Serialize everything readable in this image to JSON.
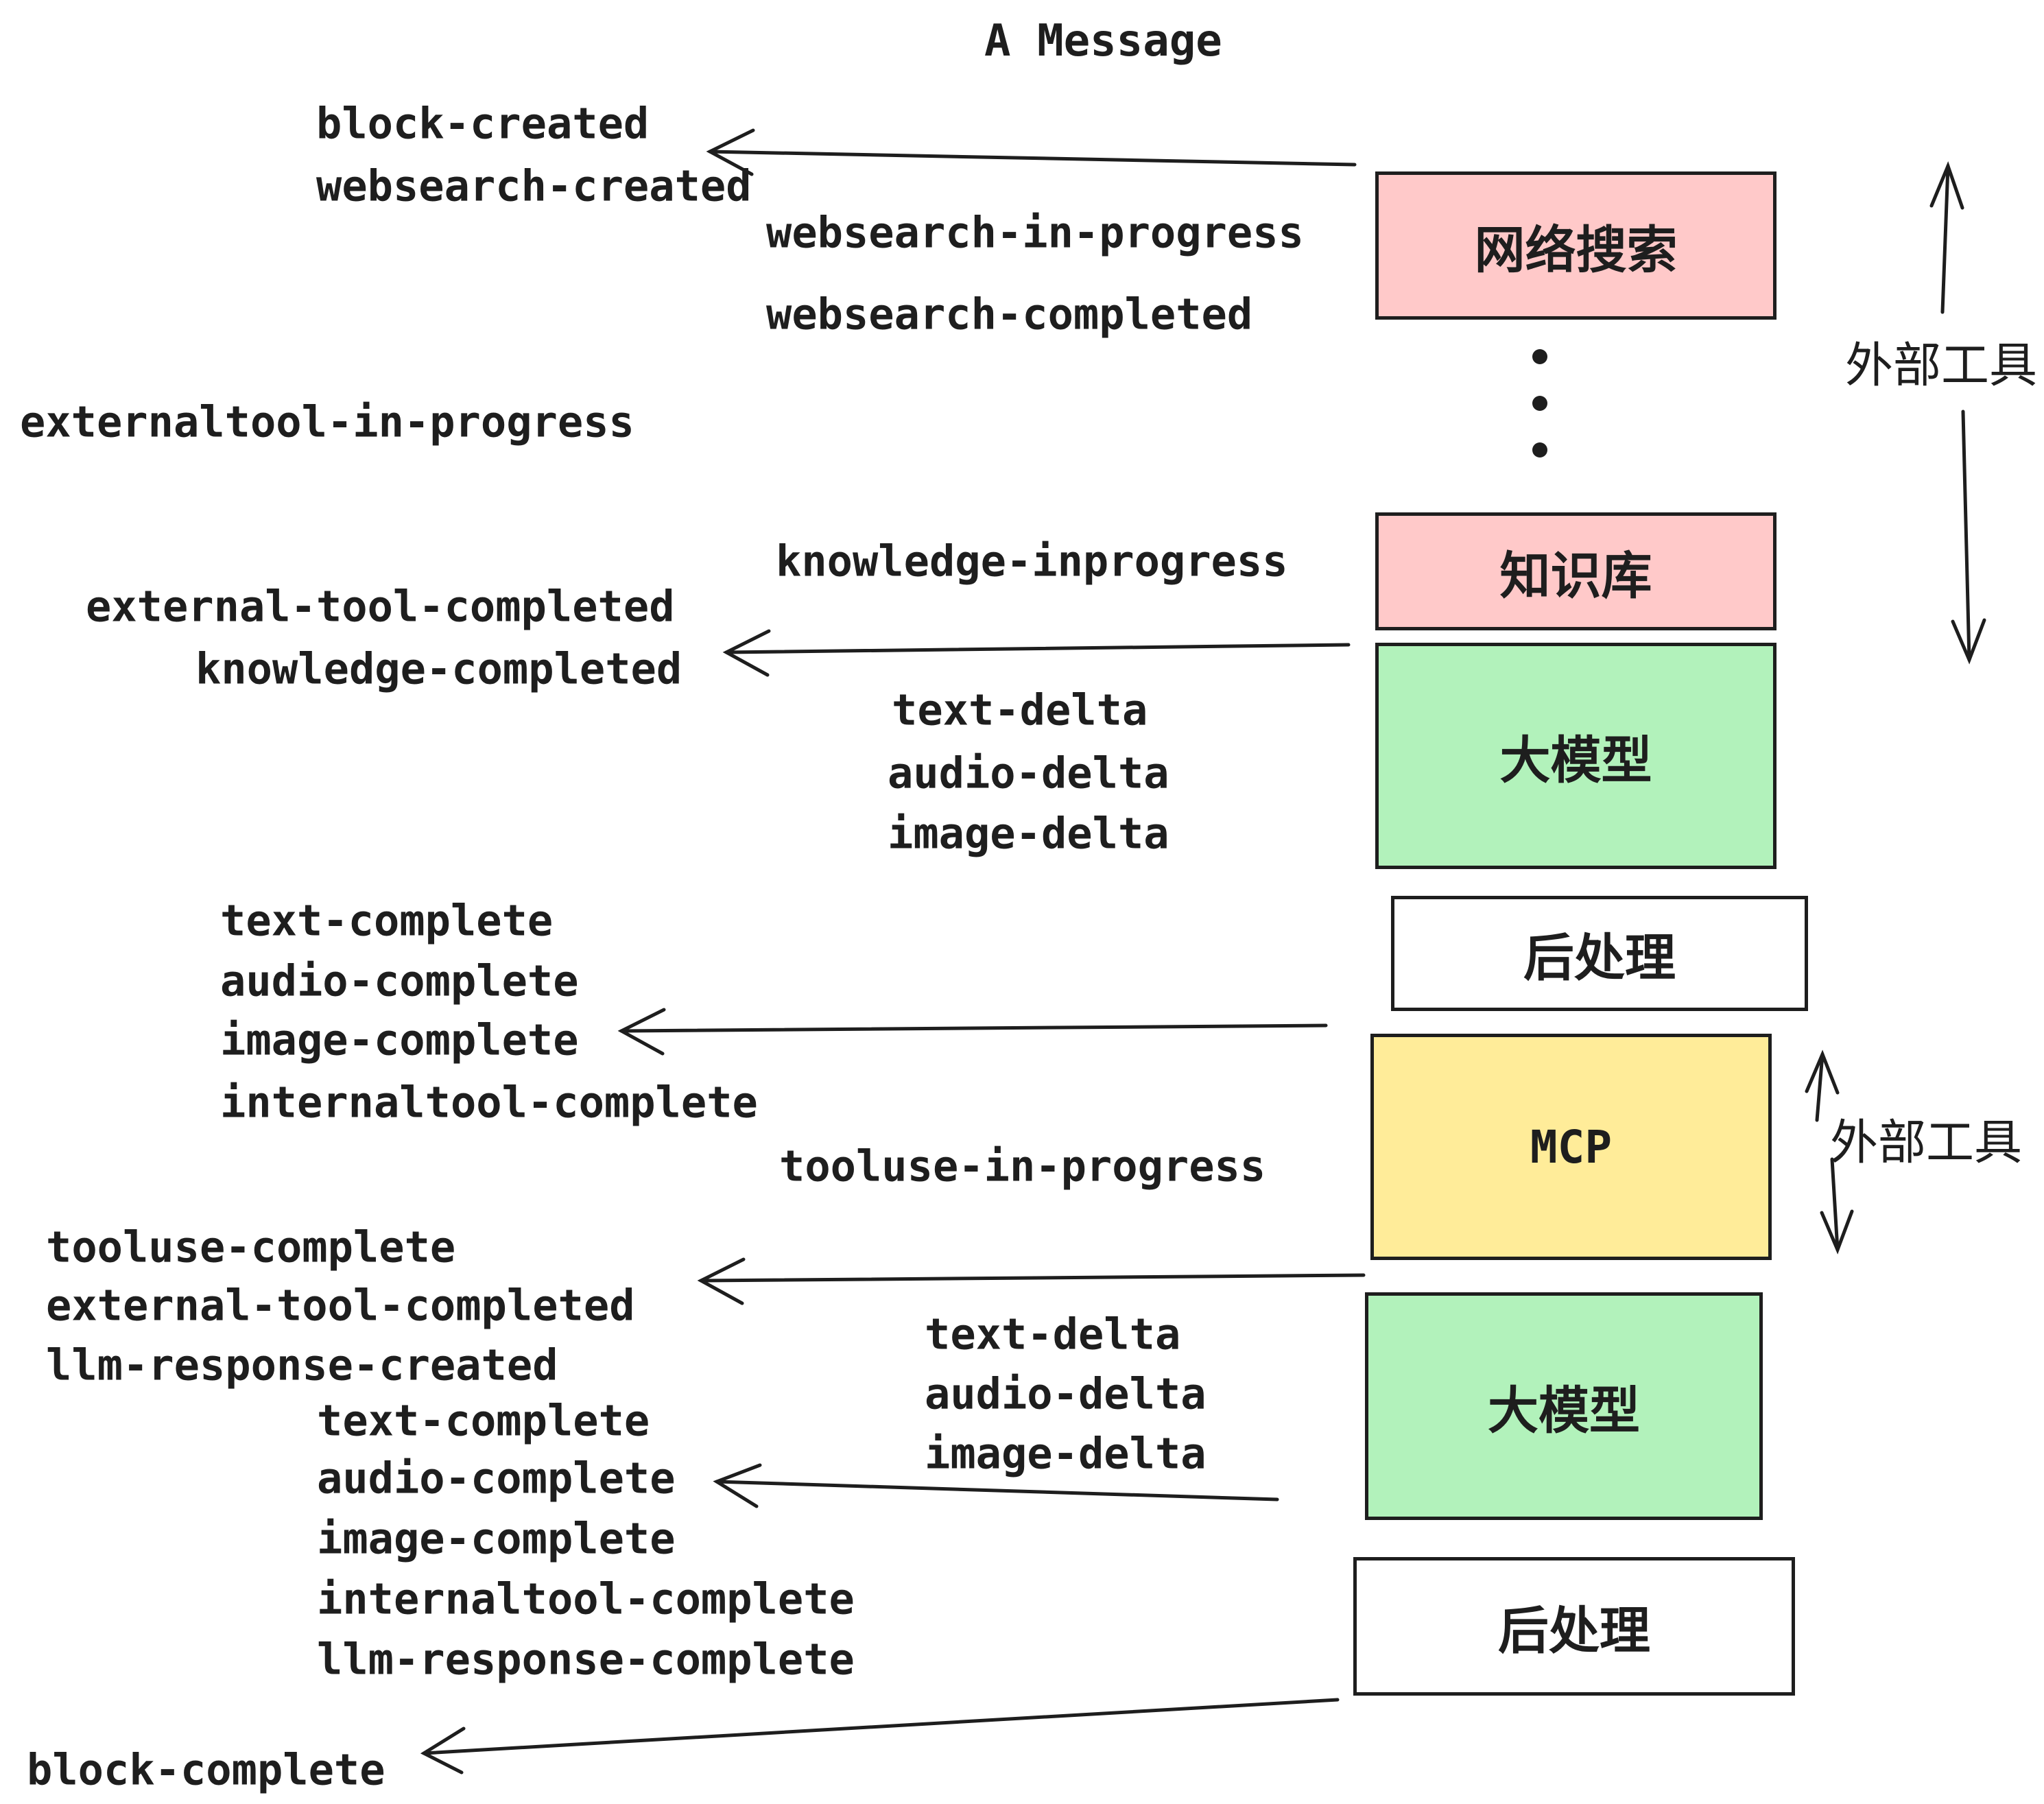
{
  "title": "A Message",
  "boxes": {
    "websearch": {
      "label": "网络搜索",
      "fill": "#ffc9c9"
    },
    "knowledge": {
      "label": "知识库",
      "fill": "#ffc9c9"
    },
    "llm_top": {
      "label": "大模型",
      "fill": "#b2f2bb"
    },
    "post_top": {
      "label": "后处理",
      "fill": "#ffffff"
    },
    "mcp": {
      "label": "MCP",
      "fill": "#ffec99"
    },
    "llm_bottom": {
      "label": "大模型",
      "fill": "#b2f2bb"
    },
    "post_bottom": {
      "label": "后处理",
      "fill": "#ffffff"
    }
  },
  "side_annotations": {
    "external_tools_top": "外部工具",
    "external_tools_mcp": "外部工具"
  },
  "events": {
    "block_created": "block-created",
    "websearch_created": "websearch-created",
    "websearch_in_progress": "websearch-in-progress",
    "websearch_completed": "websearch-completed",
    "externaltool_in_progress": "externaltool-in-progress",
    "knowledge_inprogress": "knowledge-inprogress",
    "external_tool_completed": "external-tool-completed",
    "knowledge_completed": "knowledge-completed",
    "text_delta": "text-delta",
    "audio_delta": "audio-delta",
    "image_delta": "image-delta",
    "text_complete": "text-complete",
    "audio_complete": "audio-complete",
    "image_complete": "image-complete",
    "internaltool_complete": "internaltool-complete",
    "tooluse_in_progress": "tooluse-in-progress",
    "tooluse_complete": "tooluse-complete",
    "llm_response_created": "llm-response-created",
    "llm_response_complete": "llm-response-complete",
    "block_complete": "block-complete"
  },
  "colors": {
    "ink": "#1e1e1e"
  }
}
